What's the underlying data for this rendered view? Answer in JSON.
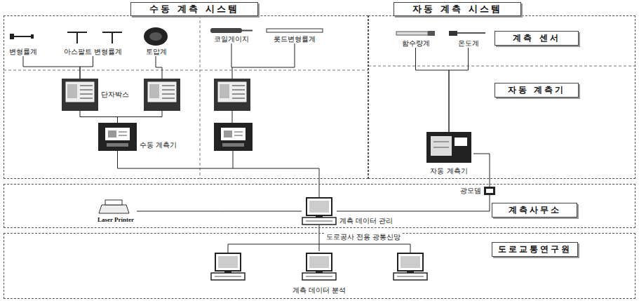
{
  "diagram": {
    "nodes": [
      {
        "text": [
          "수동 계측 시스템"
        ]
      },
      {
        "text": [
          "자동 계측 시스템"
        ]
      },
      {
        "text": [
          "계측 센서"
        ],
        "in": 1
      },
      {
        "text": [
          "자동 계측기"
        ],
        "in": 1
      },
      {
        "text": [
          "계측사무소"
        ]
      },
      {
        "text": [
          "도로교통연구원"
        ]
      },
      {
        "text": [
          "변형률계"
        ],
        "in": 0
      },
      {
        "text": [
          "아스팔트 변형률계"
        ],
        "in": 0
      },
      {
        "text": [
          "토압계"
        ],
        "in": 0
      },
      {
        "text": [
          "코일게이지"
        ],
        "in": 0
      },
      {
        "text": [
          "롯드변형률계"
        ],
        "in": 0
      },
      {
        "text": [
          "함수량계"
        ],
        "in": 1
      },
      {
        "text": [
          "온도계"
        ],
        "in": 1
      },
      {
        "text": [
          "단자박스"
        ],
        "in": 0
      },
      {
        "text": [
          "수동 계측기"
        ],
        "in": 0
      },
      {
        "text": [
          "자동 계측기"
        ],
        "in": 1
      },
      {
        "text": [
          "광모뎀"
        ],
        "in": 4
      },
      {
        "text": [
          "계측 데이터 관리"
        ],
        "in": 4
      },
      {
        "text": [
          "Laser Printer"
        ],
        "in": 4
      },
      {
        "text": [
          "계측 데이터 분석"
        ],
        "in": 5
      }
    ],
    "edges": [
      {
        "from": 6,
        "to": 13,
        "arrow": "none"
      },
      {
        "from": 7,
        "to": 13,
        "arrow": "none"
      },
      {
        "from": 13,
        "to": 14,
        "arrow": "none"
      },
      {
        "from": 14,
        "to": 17,
        "arrow": "none"
      },
      {
        "from": 11,
        "to": 15,
        "arrow": "none"
      },
      {
        "from": 12,
        "to": 15,
        "arrow": "none"
      },
      {
        "from": 15,
        "to": 16,
        "arrow": "none"
      },
      {
        "from": 16,
        "to": 17,
        "arrow": "none"
      },
      {
        "from": 17,
        "to": 18,
        "arrow": "none"
      },
      {
        "from": 17,
        "to": 19,
        "label": "도로공사 전용 광통신망",
        "arrow": "none"
      }
    ]
  }
}
